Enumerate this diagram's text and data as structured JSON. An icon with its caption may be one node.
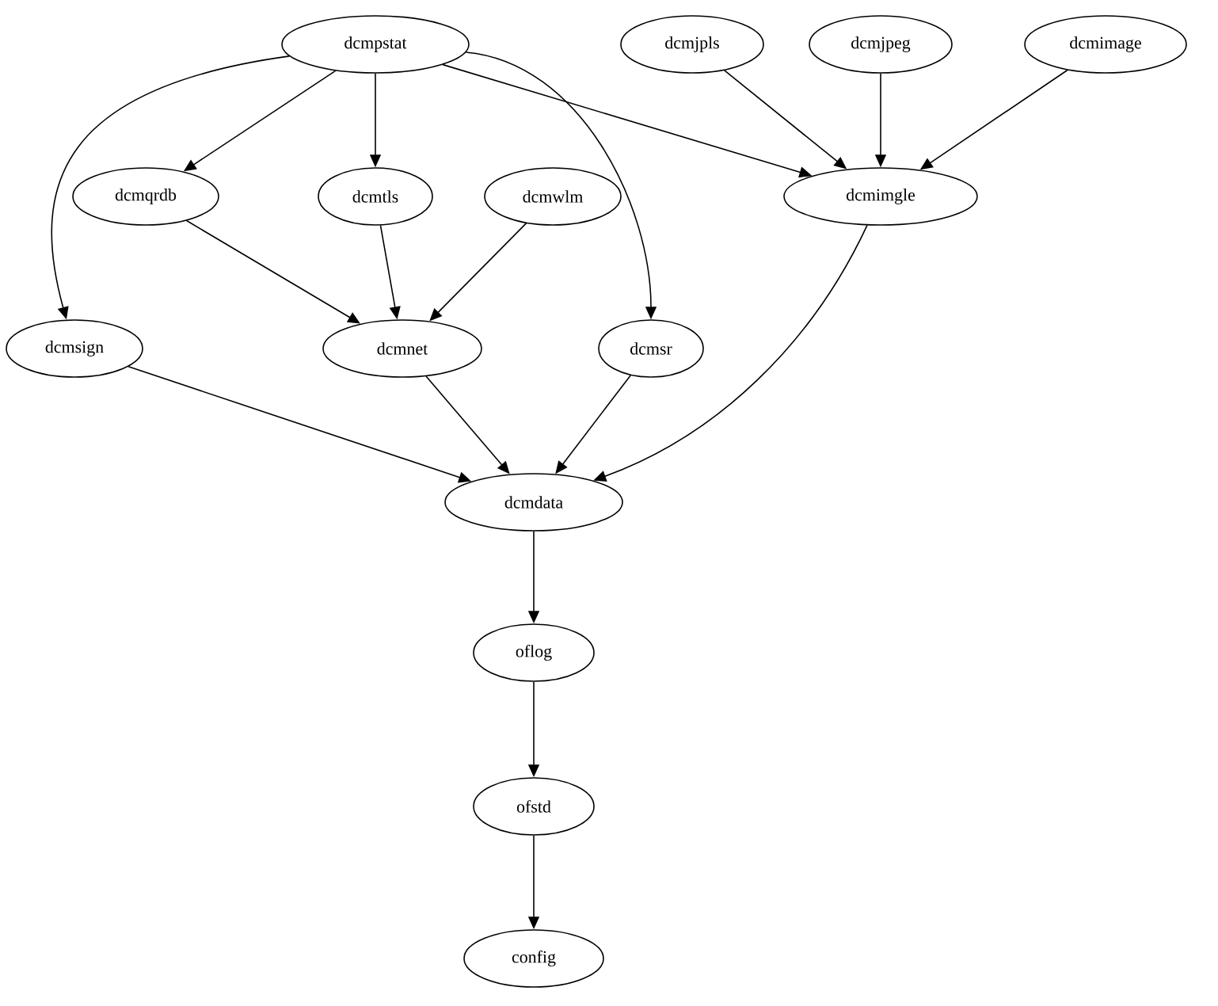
{
  "diagram": {
    "nodes": [
      {
        "text": [
          "dcmpstat"
        ]
      },
      {
        "text": [
          "dcmjpls"
        ]
      },
      {
        "text": [
          "dcmjpeg"
        ]
      },
      {
        "text": [
          "dcmimage"
        ]
      },
      {
        "text": [
          "dcmqrdb"
        ]
      },
      {
        "text": [
          "dcmtls"
        ]
      },
      {
        "text": [
          "dcmwlm"
        ]
      },
      {
        "text": [
          "dcmimgle"
        ]
      },
      {
        "text": [
          "dcmsign"
        ]
      },
      {
        "text": [
          "dcmnet"
        ]
      },
      {
        "text": [
          "dcmsr"
        ]
      },
      {
        "text": [
          "dcmdata"
        ]
      },
      {
        "text": [
          "oflog"
        ]
      },
      {
        "text": [
          "ofstd"
        ]
      },
      {
        "text": [
          "config"
        ]
      }
    ],
    "edges": [
      {
        "from": 0,
        "to": 4,
        "arrow": "to"
      },
      {
        "from": 0,
        "to": 5,
        "arrow": "to"
      },
      {
        "from": 0,
        "to": 7,
        "arrow": "to"
      },
      {
        "from": 0,
        "to": 8,
        "arrow": "to"
      },
      {
        "from": 0,
        "to": 10,
        "arrow": "to"
      },
      {
        "from": 1,
        "to": 7,
        "arrow": "to"
      },
      {
        "from": 2,
        "to": 7,
        "arrow": "to"
      },
      {
        "from": 3,
        "to": 7,
        "arrow": "to"
      },
      {
        "from": 4,
        "to": 9,
        "arrow": "to"
      },
      {
        "from": 5,
        "to": 9,
        "arrow": "to"
      },
      {
        "from": 6,
        "to": 9,
        "arrow": "to"
      },
      {
        "from": 7,
        "to": 11,
        "arrow": "to"
      },
      {
        "from": 8,
        "to": 11,
        "arrow": "to"
      },
      {
        "from": 9,
        "to": 11,
        "arrow": "to"
      },
      {
        "from": 10,
        "to": 11,
        "arrow": "to"
      },
      {
        "from": 11,
        "to": 12,
        "arrow": "to"
      },
      {
        "from": 12,
        "to": 13,
        "arrow": "to"
      },
      {
        "from": 13,
        "to": 14,
        "arrow": "to"
      }
    ]
  }
}
